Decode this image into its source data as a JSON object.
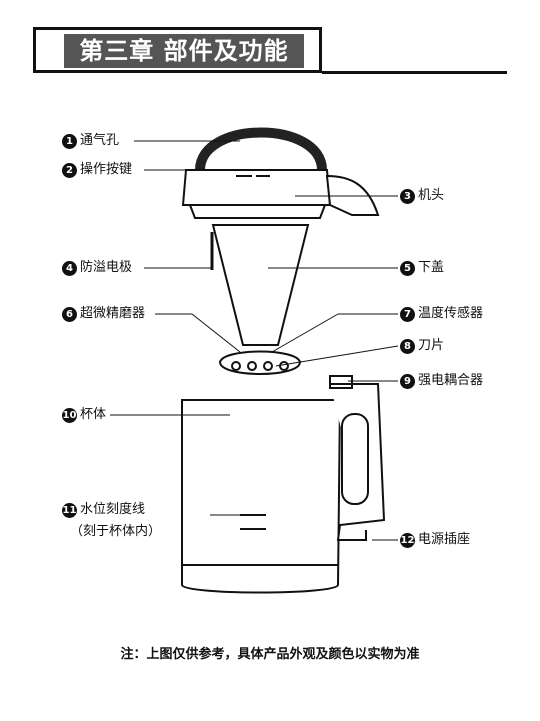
{
  "title": "第三章 部件及功能",
  "parts": [
    {
      "num": "1",
      "label": "通气孔"
    },
    {
      "num": "2",
      "label": "操作按键"
    },
    {
      "num": "3",
      "label": "机头"
    },
    {
      "num": "4",
      "label": "防溢电极"
    },
    {
      "num": "5",
      "label": "下盖"
    },
    {
      "num": "6",
      "label": "超微精磨器"
    },
    {
      "num": "7",
      "label": "温度传感器"
    },
    {
      "num": "8",
      "label": "刀片"
    },
    {
      "num": "9",
      "label": "强电耦合器"
    },
    {
      "num": "10",
      "label": "杯体"
    },
    {
      "num": "11",
      "label": "水位刻度线"
    },
    {
      "num": "12",
      "label": "电源插座"
    }
  ],
  "scale_note": "（刻于杯体内）",
  "footnote": "注：上图仅供参考，具体产品外观及颜色以实物为准"
}
